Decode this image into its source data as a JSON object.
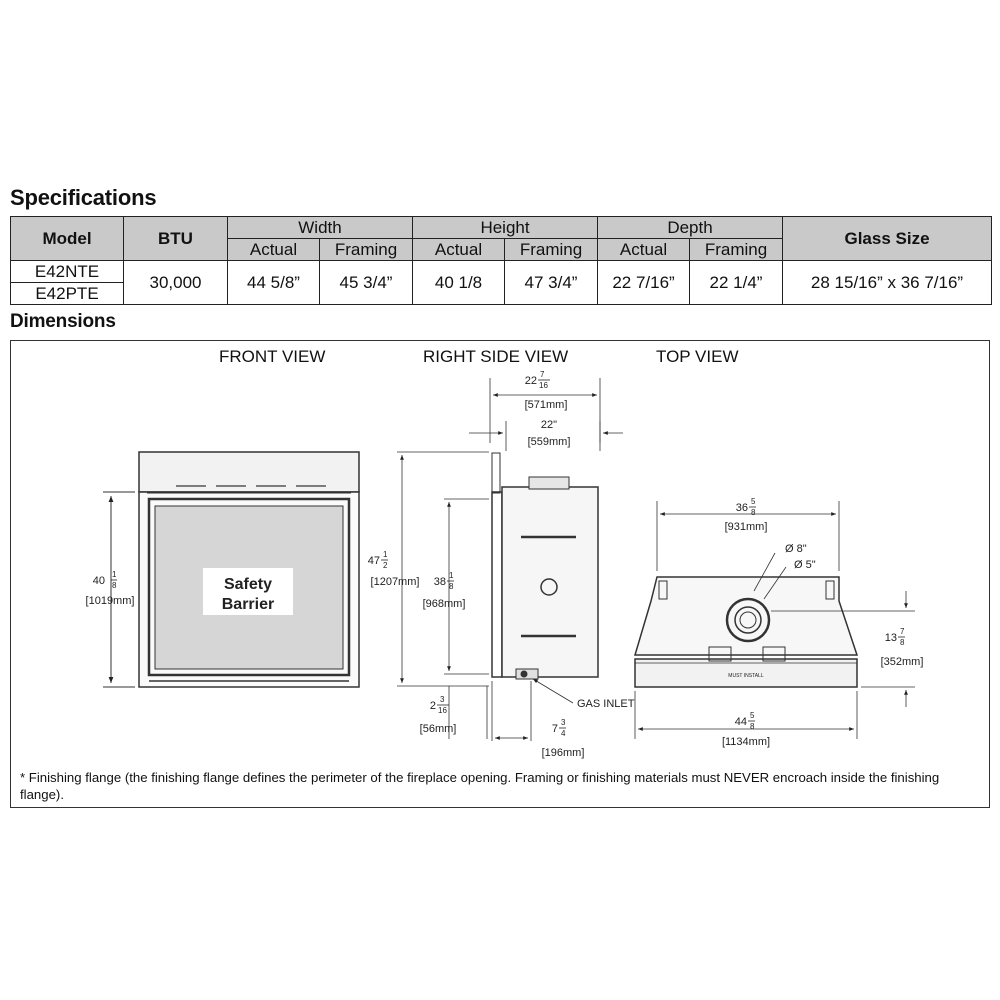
{
  "specifications": {
    "heading": "Specifications",
    "headers": {
      "model": "Model",
      "btu": "BTU",
      "width": "Width",
      "height": "Height",
      "depth": "Depth",
      "glass_size": "Glass Size",
      "actual": "Actual",
      "framing": "Framing"
    },
    "row": {
      "models": [
        "E42NTE",
        "E42PTE"
      ],
      "btu": "30,000",
      "width_actual": "44 5/8”",
      "width_framing": "45 3/4”",
      "height_actual": "40 1/8",
      "height_framing": "47 3/4”",
      "depth_actual": "22 7/16”",
      "depth_framing": "22 1/4”",
      "glass_size": "28 15/16” x 36 7/16”"
    }
  },
  "dimensions": {
    "heading": "Dimensions",
    "views": {
      "front": "FRONT VIEW",
      "right_side": "RIGHT SIDE VIEW",
      "top": "TOP VIEW"
    },
    "front": {
      "barrier_line1": "Safety",
      "barrier_line2": "Barrier",
      "height_whole": "40",
      "height_num": "1",
      "height_den": "8",
      "height_mm": "[1019mm]"
    },
    "side": {
      "depth_whole": "22",
      "depth_num": "7",
      "depth_den": "16",
      "depth_mm": "[571mm]",
      "framing_depth": "22\"",
      "framing_depth_mm": "[559mm]",
      "overall_whole": "47",
      "overall_num": "1",
      "overall_den": "2",
      "overall_mm": "[1207mm]",
      "opening_whole": "38",
      "opening_num": "1",
      "opening_den": "8",
      "opening_mm": "[968mm]",
      "base_whole": "2",
      "base_num": "3",
      "base_den": "16",
      "base_mm": "[56mm]",
      "gas_whole": "7",
      "gas_num": "3",
      "gas_den": "4",
      "gas_mm": "[196mm]",
      "gas_inlet": "GAS INLET"
    },
    "top": {
      "back_whole": "36",
      "back_num": "5",
      "back_den": "8",
      "back_mm": "[931mm]",
      "vent_outer": "Ø 8\"",
      "vent_inner": "Ø 5\"",
      "depth_whole": "13",
      "depth_num": "7",
      "depth_den": "8",
      "depth_mm": "[352mm]",
      "front_whole": "44",
      "front_num": "5",
      "front_den": "8",
      "front_mm": "[1134mm]",
      "front_label": "MUST INSTALL"
    },
    "footnote": "* Finishing flange (the finishing flange defines the perimeter of the fireplace opening. Framing or finishing materials must NEVER encroach inside the finishing flange)."
  }
}
